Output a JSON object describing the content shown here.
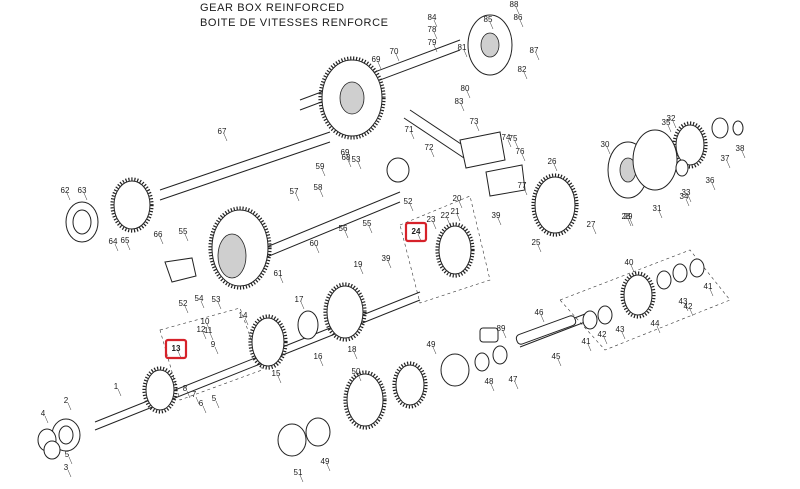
{
  "title": {
    "line1": "GEAR BOX REINFORCED",
    "line2": "BOITE DE VITESSES RENFORCE"
  },
  "highlight_color": "#d6222a",
  "highlighted_parts": [
    "13",
    "24"
  ],
  "parts": [
    {
      "label": "1"
    },
    {
      "label": "2"
    },
    {
      "label": "3"
    },
    {
      "label": "4"
    },
    {
      "label": "5"
    },
    {
      "label": "5"
    },
    {
      "label": "6"
    },
    {
      "label": "7"
    },
    {
      "label": "8"
    },
    {
      "label": "9"
    },
    {
      "label": "10"
    },
    {
      "label": "11"
    },
    {
      "label": "12"
    },
    {
      "label": "13"
    },
    {
      "label": "14"
    },
    {
      "label": "15"
    },
    {
      "label": "16"
    },
    {
      "label": "17"
    },
    {
      "label": "18"
    },
    {
      "label": "19"
    },
    {
      "label": "20"
    },
    {
      "label": "21"
    },
    {
      "label": "22"
    },
    {
      "label": "23"
    },
    {
      "label": "24"
    },
    {
      "label": "25"
    },
    {
      "label": "26"
    },
    {
      "label": "27"
    },
    {
      "label": "28"
    },
    {
      "label": "29"
    },
    {
      "label": "30"
    },
    {
      "label": "31"
    },
    {
      "label": "32"
    },
    {
      "label": "33"
    },
    {
      "label": "34"
    },
    {
      "label": "35"
    },
    {
      "label": "36"
    },
    {
      "label": "37"
    },
    {
      "label": "38"
    },
    {
      "label": "39"
    },
    {
      "label": "39"
    },
    {
      "label": "40"
    },
    {
      "label": "41"
    },
    {
      "label": "41"
    },
    {
      "label": "42"
    },
    {
      "label": "42"
    },
    {
      "label": "43"
    },
    {
      "label": "43"
    },
    {
      "label": "44"
    },
    {
      "label": "45"
    },
    {
      "label": "46"
    },
    {
      "label": "47"
    },
    {
      "label": "48"
    },
    {
      "label": "49"
    },
    {
      "label": "49"
    },
    {
      "label": "50"
    },
    {
      "label": "51"
    },
    {
      "label": "52"
    },
    {
      "label": "52"
    },
    {
      "label": "53"
    },
    {
      "label": "53"
    },
    {
      "label": "54"
    },
    {
      "label": "55"
    },
    {
      "label": "55"
    },
    {
      "label": "56"
    },
    {
      "label": "57"
    },
    {
      "label": "58"
    },
    {
      "label": "59"
    },
    {
      "label": "60"
    },
    {
      "label": "61"
    },
    {
      "label": "62"
    },
    {
      "label": "63"
    },
    {
      "label": "64"
    },
    {
      "label": "65"
    },
    {
      "label": "66"
    },
    {
      "label": "67"
    },
    {
      "label": "68"
    },
    {
      "label": "69"
    },
    {
      "label": "69"
    },
    {
      "label": "70"
    },
    {
      "label": "71"
    },
    {
      "label": "72"
    },
    {
      "label": "73"
    },
    {
      "label": "74"
    },
    {
      "label": "75"
    },
    {
      "label": "76"
    },
    {
      "label": "77"
    },
    {
      "label": "78"
    },
    {
      "label": "79"
    },
    {
      "label": "80"
    },
    {
      "label": "81"
    },
    {
      "label": "82"
    },
    {
      "label": "83"
    },
    {
      "label": "84"
    },
    {
      "label": "85"
    },
    {
      "label": "86"
    },
    {
      "label": "87"
    },
    {
      "label": "88"
    },
    {
      "label": "89"
    }
  ]
}
